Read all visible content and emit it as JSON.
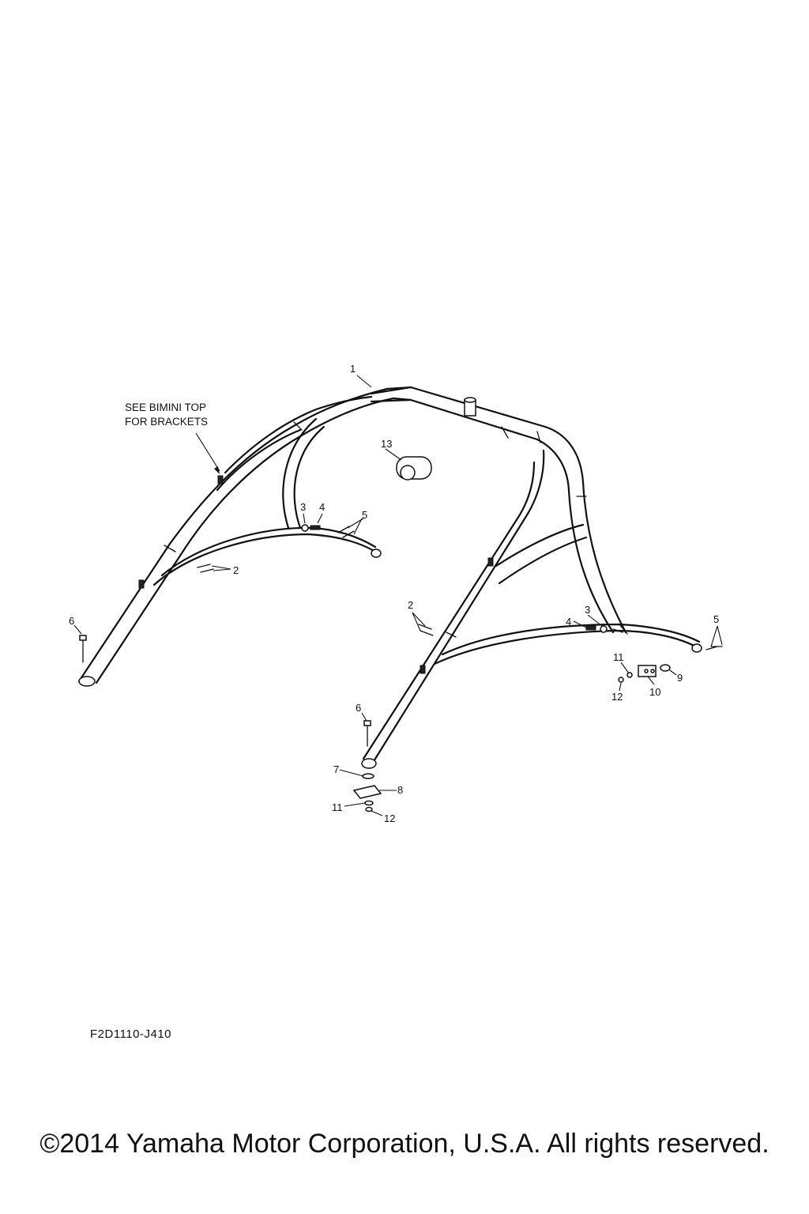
{
  "note": {
    "line1": "SEE BIMINI TOP",
    "line2": "FOR BRACKETS"
  },
  "callouts": {
    "c1": "1",
    "c2a": "2",
    "c2b": "2",
    "c3a": "3",
    "c3b": "3",
    "c4a": "4",
    "c4b": "4",
    "c5a": "5",
    "c5b": "5",
    "c6a": "6",
    "c6b": "6",
    "c7": "7",
    "c8": "8",
    "c9": "9",
    "c10": "10",
    "c11a": "11",
    "c11b": "11",
    "c12a": "12",
    "c12b": "12",
    "c13": "13"
  },
  "diagram_code": "F2D1110-J410",
  "copyright": "©2014 Yamaha Motor Corporation, U.S.A. All rights reserved."
}
